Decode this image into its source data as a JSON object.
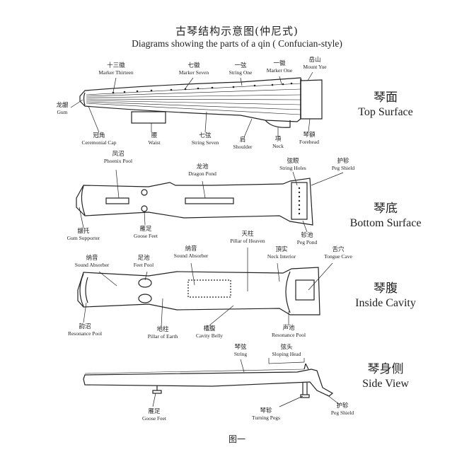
{
  "title_cn": "古琴结构示意图(仲尼式)",
  "title_en": "Diagrams showing the parts of a qin ( Confucian-style)",
  "views": {
    "top": {
      "cn": "琴面",
      "en": "Top Surface"
    },
    "bottom": {
      "cn": "琴底",
      "en": "Bottom Surface"
    },
    "inside": {
      "cn": "琴腹",
      "en": "Inside Cavity"
    },
    "side": {
      "cn": "琴身侧",
      "en": "Side View"
    }
  },
  "top_labels": {
    "marker_thirteen": {
      "cn": "十三徽",
      "en": "Marker Thirteen"
    },
    "marker_seven": {
      "cn": "七徽",
      "en": "Marker Seven"
    },
    "string_one": {
      "cn": "一弦",
      "en": "String One"
    },
    "marker_one": {
      "cn": "一徽",
      "en": "Marker One"
    },
    "mount_yue": {
      "cn": "岳山",
      "en": "Mount Yue"
    },
    "gum": {
      "cn": "龙龈",
      "en": "Gum"
    },
    "ceremonial_cap": {
      "cn": "冠角",
      "en": "Ceremonial Cap"
    },
    "waist": {
      "cn": "腰",
      "en": "Waist"
    },
    "string_seven": {
      "cn": "七弦",
      "en": "String Seven"
    },
    "shoulder": {
      "cn": "肩",
      "en": "Shoulder"
    },
    "neck": {
      "cn": "項",
      "en": "Neck"
    },
    "forehead": {
      "cn": "琴額",
      "en": "Forehead"
    }
  },
  "bottom_labels": {
    "phoenix_pool": {
      "cn": "凤沼",
      "en": "Phoenix Pool"
    },
    "dragon_pond": {
      "cn": "龙池",
      "en": "Dragon Pond"
    },
    "string_holes": {
      "cn": "弦眼",
      "en": "String Holes"
    },
    "peg_shield": {
      "cn": "护轸",
      "en": "Peg Shield"
    },
    "gum_supporter": {
      "cn": "龈托",
      "en": "Gum Supporter"
    },
    "goose_feet": {
      "cn": "雁足",
      "en": "Goose Feet"
    },
    "peg_pond": {
      "cn": "轸池",
      "en": "Peg Pond"
    }
  },
  "inside_labels": {
    "sound_absorber_1": {
      "cn": "纳音",
      "en": "Sound Absorber"
    },
    "feet_pool": {
      "cn": "足池",
      "en": "Feet Pool"
    },
    "sound_absorber_2": {
      "cn": "纳音",
      "en": "Sound Absorber"
    },
    "pillar_heaven": {
      "cn": "天柱",
      "en": "Pillar of Heaven"
    },
    "neck_interior": {
      "cn": "頂实",
      "en": "Neck Interior"
    },
    "tongue_cave": {
      "cn": "舌穴",
      "en": "Tongue Cave"
    },
    "resonance_pool_1": {
      "cn": "韵沼",
      "en": "Resonance Pool"
    },
    "pillar_earth": {
      "cn": "地柱",
      "en": "Pillar of Earth"
    },
    "cavity_belly": {
      "cn": "槽腹",
      "en": "Cavity Belly"
    },
    "resonance_pool_2": {
      "cn": "声池",
      "en": "Resonance Pool"
    }
  },
  "side_labels": {
    "string": {
      "cn": "琴弦",
      "en": "String"
    },
    "sloping_head": {
      "cn": "弦头",
      "en": "Sloping Head"
    },
    "goose_feet": {
      "cn": "雁足",
      "en": "Goose Feet"
    },
    "turning_pegs": {
      "cn": "琴轸",
      "en": "Turning Pegs"
    },
    "peg_shield": {
      "cn": "护轸",
      "en": "Peg Shield"
    }
  },
  "figure_caption": "图一"
}
